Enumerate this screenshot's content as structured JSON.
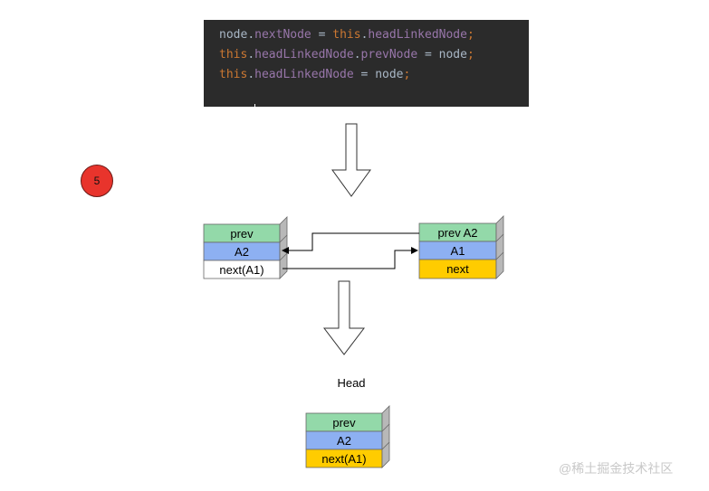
{
  "code": {
    "lines": [
      [
        {
          "t": "node",
          "c": "txt"
        },
        {
          "t": ".",
          "c": "txt"
        },
        {
          "t": "nextNode",
          "c": "fld"
        },
        {
          "t": " = ",
          "c": "txt"
        },
        {
          "t": "this",
          "c": "kw"
        },
        {
          "t": ".",
          "c": "txt"
        },
        {
          "t": "headLinkedNode",
          "c": "fld"
        },
        {
          "t": ";",
          "c": "punct"
        }
      ],
      [
        {
          "t": "this",
          "c": "kw"
        },
        {
          "t": ".",
          "c": "txt"
        },
        {
          "t": "headLinkedNode",
          "c": "fld"
        },
        {
          "t": ".",
          "c": "txt"
        },
        {
          "t": "prevNode",
          "c": "fld"
        },
        {
          "t": " = ",
          "c": "txt"
        },
        {
          "t": "node",
          "c": "txt"
        },
        {
          "t": ";",
          "c": "punct"
        }
      ],
      [
        {
          "t": "this",
          "c": "kw"
        },
        {
          "t": ".",
          "c": "txt"
        },
        {
          "t": "headLinkedNode",
          "c": "fld"
        },
        {
          "t": " = ",
          "c": "txt"
        },
        {
          "t": "node",
          "c": "txt"
        },
        {
          "t": ";",
          "c": "punct"
        }
      ]
    ]
  },
  "step_badge": "5",
  "left_node": {
    "prev": "prev",
    "value": "A2",
    "next": "next(A1)"
  },
  "right_node": {
    "prev": "prev A2",
    "value": "A1",
    "next": "next"
  },
  "head_label": "Head",
  "head_node": {
    "prev": "prev",
    "value": "A2",
    "next": "next(A1)"
  },
  "colors": {
    "prev": "#93d9a9",
    "value": "#8db0f2",
    "next_yellow": "#ffcc00",
    "next_white": "#ffffff",
    "side": "#b8b8b8",
    "badge": "#e8342c"
  },
  "watermark": "@稀土掘金技术社区"
}
